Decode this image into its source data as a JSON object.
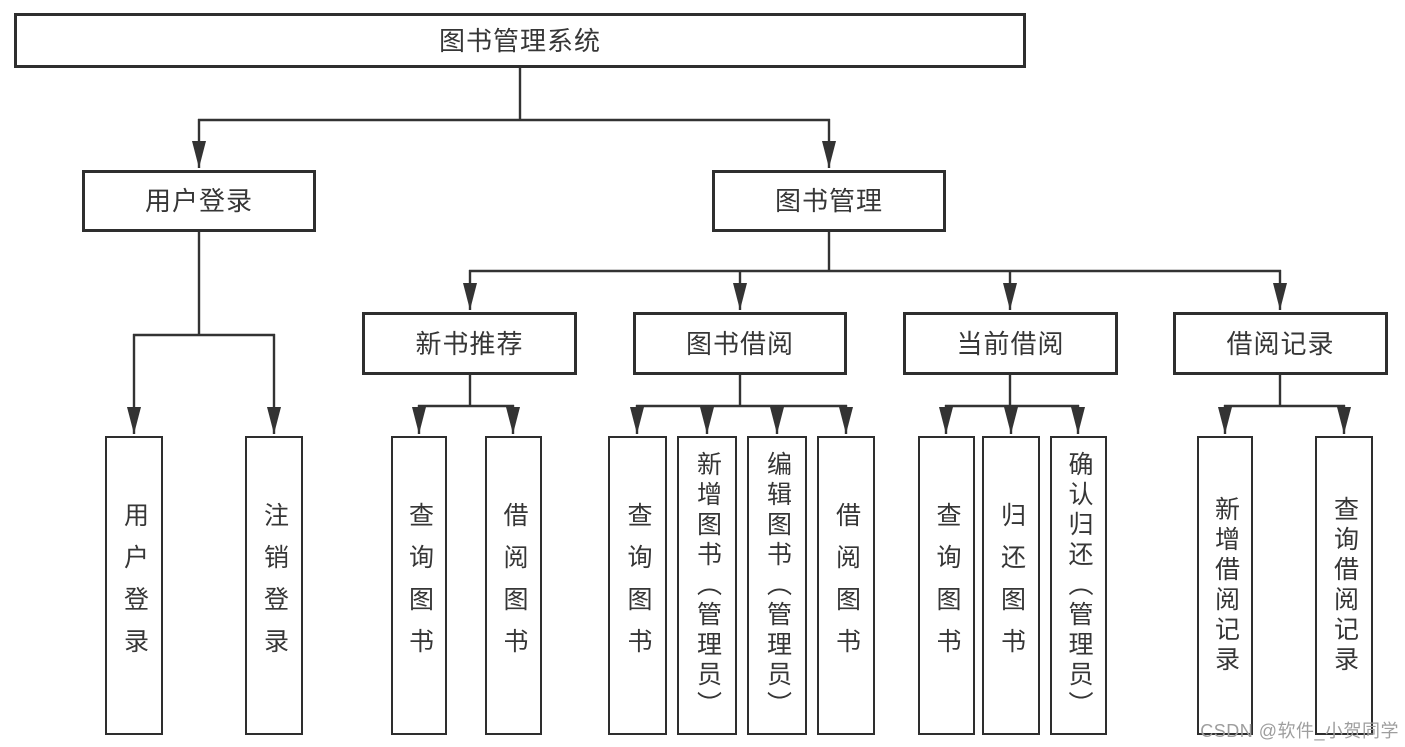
{
  "tree": {
    "root": "图书管理系统",
    "branches": [
      {
        "label": "用户登录",
        "leaves": [
          "用户登录",
          "注销登录"
        ]
      },
      {
        "label": "图书管理",
        "sections": [
          {
            "label": "新书推荐",
            "leaves": [
              "查询图书",
              "借阅图书"
            ]
          },
          {
            "label": "图书借阅",
            "leaves": [
              "查询图书",
              "新增图书（管理员）",
              "编辑图书（管理员）",
              "借阅图书"
            ]
          },
          {
            "label": "当前借阅",
            "leaves": [
              "查询图书",
              "归还图书",
              "确认归还（管理员）"
            ]
          },
          {
            "label": "借阅记录",
            "leaves": [
              "新增借阅记录",
              "查询借阅记录"
            ]
          }
        ]
      }
    ]
  },
  "watermark": "CSDN @软件_小贺同学",
  "colors": {
    "line": "#333333",
    "box_border": "#2e2e2e",
    "box_background": "#ffffff",
    "text": "#363636",
    "watermark_text": "#9e9e9e",
    "page_background": "#ffffff"
  }
}
